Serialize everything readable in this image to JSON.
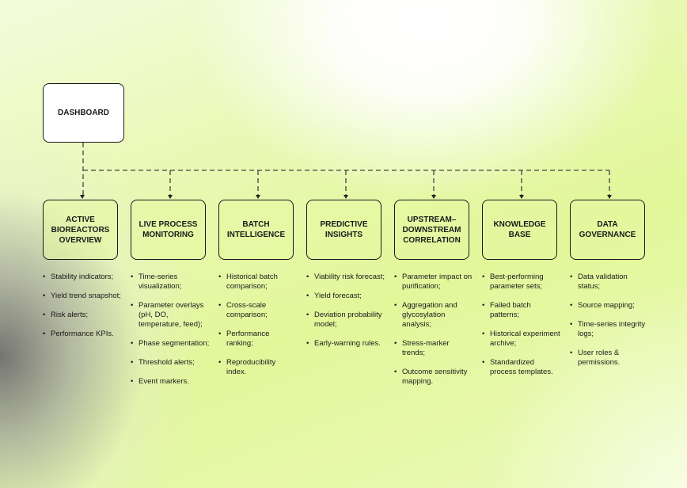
{
  "root": {
    "label": "DASHBOARD"
  },
  "categories": [
    {
      "label": "ACTIVE BIOREACTORS OVERVIEW",
      "items": [
        "Stability indicators;",
        "Yield trend snapshot;",
        "Risk alerts;",
        "Performance KPIs."
      ]
    },
    {
      "label": "LIVE PROCESS MONITORING",
      "items": [
        "Time-series visualization;",
        "Parameter overlays (pH, DO, temperature, feed);",
        "Phase segmentation;",
        "Threshold alerts;",
        "Event markers."
      ]
    },
    {
      "label": "BATCH INTELLIGENCE",
      "items": [
        "Historical batch comparison;",
        "Cross-scale comparison;",
        "Performance ranking;",
        "Reproducibility index."
      ]
    },
    {
      "label": "PREDICTIVE INSIGHTS",
      "items": [
        "Viability risk forecast;",
        "Yield forecast;",
        "Deviation probability model;",
        "Early-warning rules."
      ]
    },
    {
      "label": "UPSTREAM–DOWNSTREAM CORRELATION",
      "items": [
        "Parameter impact on purification;",
        "Aggregation and glycosylation analysis;",
        "Stress-marker trends;",
        "Outcome sensitivity mapping."
      ]
    },
    {
      "label": "KNOWLEDGE BASE",
      "items": [
        "Best-performing parameter sets;",
        "Failed batch patterns;",
        "Historical experiment archive;",
        "Standardized process templates."
      ]
    },
    {
      "label": "DATA GOVERNANCE",
      "items": [
        "Data validation status;",
        "Source mapping;",
        "Time-series integrity logs;",
        "User roles & permissions."
      ]
    }
  ]
}
